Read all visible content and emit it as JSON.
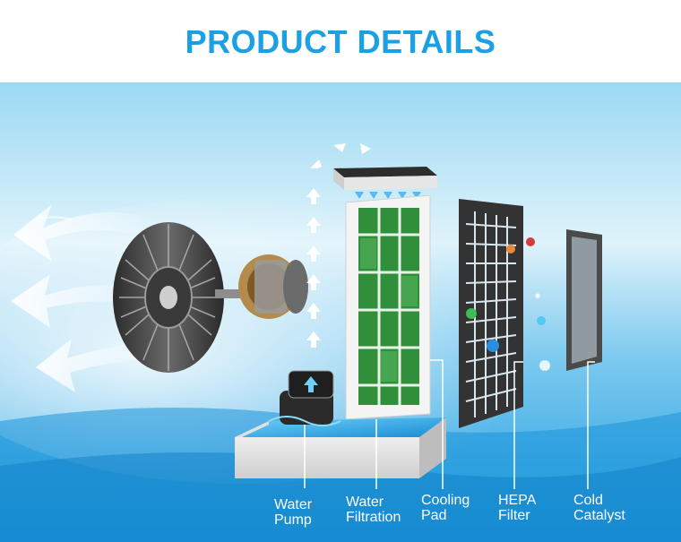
{
  "header": {
    "title": "PRODUCT DETAILS"
  },
  "labels": [
    {
      "line1": "Water",
      "line2": "Pump"
    },
    {
      "line1": "Water",
      "line2": "Filtration"
    },
    {
      "line1": "Cooling",
      "line2": "Pad"
    },
    {
      "line1": "HEPA",
      "line2": "Filter"
    },
    {
      "line1": "Cold",
      "line2": "Catalyst"
    }
  ],
  "colors": {
    "title": "#1aa0e4",
    "background_light": "#dff3fb",
    "background_blue": "#1f9ee0",
    "cooling_pad_green": "#2f8f3a",
    "label_text": "#ffffff"
  },
  "icons": [
    "fan-icon",
    "motor-icon",
    "air-flow-arrows",
    "water-pump-icon",
    "water-tray-icon",
    "cooling-pad-icon",
    "hepa-filter-icon",
    "cold-catalyst-icon"
  ]
}
